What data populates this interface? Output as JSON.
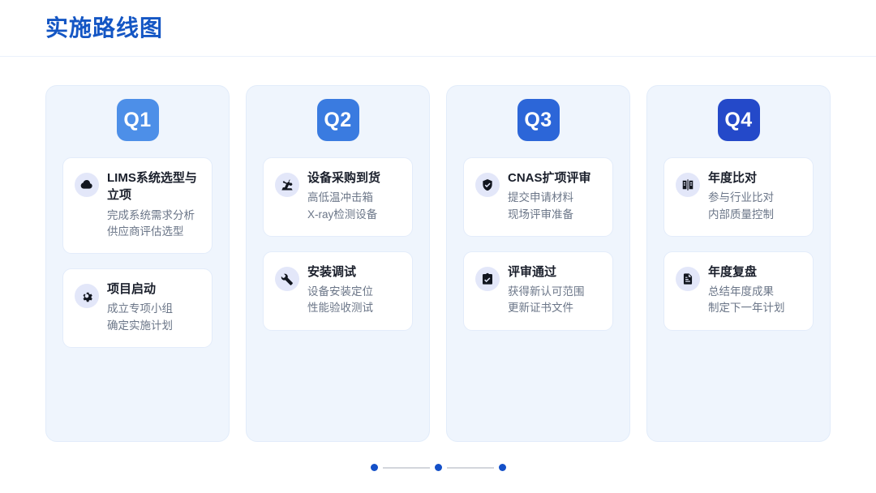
{
  "header": {
    "title": "实施路线图",
    "title_color": "#1456c4"
  },
  "colors": {
    "page_background": "#ffffff",
    "column_background": "#eff5fd",
    "column_border": "#e2ecfa",
    "card_background": "#ffffff",
    "card_border": "#e3ecfa",
    "icon_circle": "#e3e7f9",
    "icon_glyph": "#12161f",
    "title_text": "#1a1f2b",
    "body_text": "#6b7688",
    "pager_dot": "#1450c8",
    "pager_line": "#d3d6dc"
  },
  "quarters": [
    {
      "badge": "Q1",
      "badge_color": "#4d8fe8",
      "items": [
        {
          "icon": "cloud-icon",
          "title": "LIMS系统选型与立项",
          "lines": [
            "完成系统需求分析",
            "供应商评估选型"
          ]
        },
        {
          "icon": "gear-icon",
          "title": "项目启动",
          "lines": [
            "成立专项小组",
            "确定实施计划"
          ]
        }
      ]
    },
    {
      "badge": "Q2",
      "badge_color": "#3a7be0",
      "items": [
        {
          "icon": "robot-arm-icon",
          "title": "设备采购到货",
          "lines": [
            "高低温冲击箱",
            "X-ray检测设备"
          ]
        },
        {
          "icon": "wrench-icon",
          "title": "安装调试",
          "lines": [
            "设备安装定位",
            "性能验收测试"
          ]
        }
      ]
    },
    {
      "badge": "Q3",
      "badge_color": "#2c66d8",
      "items": [
        {
          "icon": "shield-check-icon",
          "title": "CNAS扩项评审",
          "lines": [
            "提交申请材料",
            "现场评审准备"
          ]
        },
        {
          "icon": "clipboard-check-icon",
          "title": "评审通过",
          "lines": [
            "获得新认可范围",
            "更新证书文件"
          ]
        }
      ]
    },
    {
      "badge": "Q4",
      "badge_color": "#2449c9",
      "items": [
        {
          "icon": "chart-compare-icon",
          "title": "年度比对",
          "lines": [
            "参与行业比对",
            "内部质量控制"
          ]
        },
        {
          "icon": "document-icon",
          "title": "年度复盘",
          "lines": [
            "总结年度成果",
            "制定下一年计划"
          ]
        }
      ]
    }
  ],
  "pager": {
    "dots": 3,
    "lines": 2
  }
}
